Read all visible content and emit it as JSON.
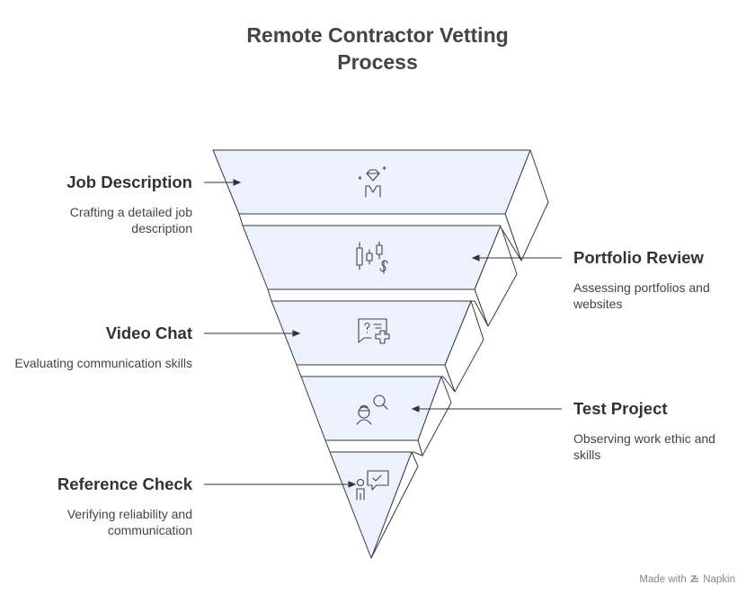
{
  "title": {
    "line1": "Remote Contractor Vetting",
    "line2": "Process"
  },
  "stages": [
    {
      "title": "Job Description",
      "description": "Crafting a detailed job description",
      "icon": "diamond-person-icon"
    },
    {
      "title": "Portfolio Review",
      "description": "Assessing portfolios and websites",
      "icon": "candlestick-dollar-icon"
    },
    {
      "title": "Video Chat",
      "description": "Evaluating communication skills",
      "icon": "chat-question-plus-icon"
    },
    {
      "title": "Test Project",
      "description": "Observing work ethic and skills",
      "icon": "worker-search-icon"
    },
    {
      "title": "Reference Check",
      "description": "Verifying reliability and communication",
      "icon": "person-approved-chat-icon"
    }
  ],
  "footer": {
    "made_with": "Made with",
    "brand": "Napkin"
  },
  "colors": {
    "fill": "#EBF1FD",
    "stroke": "#3a3a3a",
    "side": "#ffffff"
  }
}
